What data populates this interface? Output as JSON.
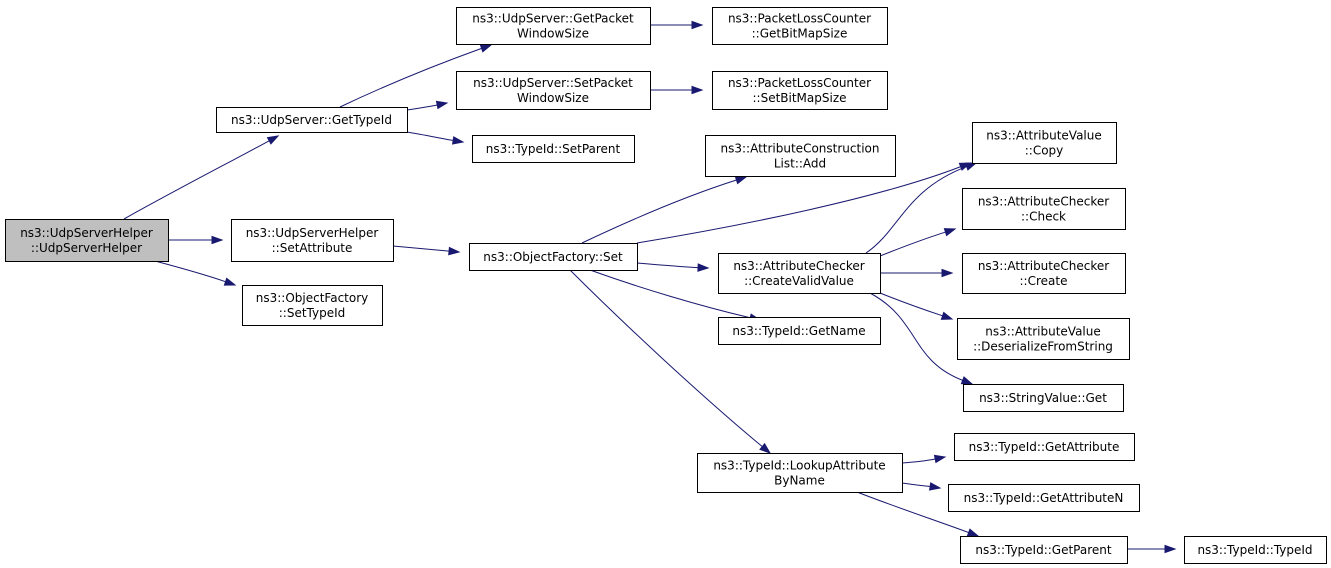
{
  "graph": {
    "root": "n_root",
    "nodes": [
      {
        "id": "n_root",
        "lines": [
          "ns3::UdpServerHelper",
          "::UdpServerHelper"
        ],
        "highlighted": true
      },
      {
        "id": "n_gettypeid",
        "lines": [
          "ns3::UdpServer::GetTypeId"
        ]
      },
      {
        "id": "n_setattr",
        "lines": [
          "ns3::UdpServerHelper",
          "::SetAttribute"
        ]
      },
      {
        "id": "n_ofsettypeid",
        "lines": [
          "ns3::ObjectFactory",
          "::SetTypeId"
        ]
      },
      {
        "id": "n_getpkt",
        "lines": [
          "ns3::UdpServer::GetPacket",
          "WindowSize"
        ]
      },
      {
        "id": "n_setpkt",
        "lines": [
          "ns3::UdpServer::SetPacket",
          "WindowSize"
        ]
      },
      {
        "id": "n_setparent",
        "lines": [
          "ns3::TypeId::SetParent"
        ]
      },
      {
        "id": "n_getbitmap",
        "lines": [
          "ns3::PacketLossCounter",
          "::GetBitMapSize"
        ]
      },
      {
        "id": "n_setbitmap",
        "lines": [
          "ns3::PacketLossCounter",
          "::SetBitMapSize"
        ]
      },
      {
        "id": "n_ofset",
        "lines": [
          "ns3::ObjectFactory::Set"
        ]
      },
      {
        "id": "n_acladd",
        "lines": [
          "ns3::AttributeConstruction",
          "List::Add"
        ]
      },
      {
        "id": "n_createvalid",
        "lines": [
          "ns3::AttributeChecker",
          "::CreateValidValue"
        ]
      },
      {
        "id": "n_getname",
        "lines": [
          "ns3::TypeId::GetName"
        ]
      },
      {
        "id": "n_lookup",
        "lines": [
          "ns3::TypeId::LookupAttribute",
          "ByName"
        ]
      },
      {
        "id": "n_avcopy",
        "lines": [
          "ns3::AttributeValue",
          "::Copy"
        ]
      },
      {
        "id": "n_accheck",
        "lines": [
          "ns3::AttributeChecker",
          "::Check"
        ]
      },
      {
        "id": "n_accreate",
        "lines": [
          "ns3::AttributeChecker",
          "::Create"
        ]
      },
      {
        "id": "n_avdeser",
        "lines": [
          "ns3::AttributeValue",
          "::DeserializeFromString"
        ]
      },
      {
        "id": "n_strget",
        "lines": [
          "ns3::StringValue::Get"
        ]
      },
      {
        "id": "n_getattribute",
        "lines": [
          "ns3::TypeId::GetAttribute"
        ]
      },
      {
        "id": "n_getattributen",
        "lines": [
          "ns3::TypeId::GetAttributeN"
        ]
      },
      {
        "id": "n_getparent",
        "lines": [
          "ns3::TypeId::GetParent"
        ]
      },
      {
        "id": "n_typeidctor",
        "lines": [
          "ns3::TypeId::TypeId"
        ]
      }
    ],
    "edges": [
      {
        "from": "n_root",
        "to": "n_gettypeid"
      },
      {
        "from": "n_root",
        "to": "n_setattr"
      },
      {
        "from": "n_root",
        "to": "n_ofsettypeid"
      },
      {
        "from": "n_gettypeid",
        "to": "n_getpkt"
      },
      {
        "from": "n_gettypeid",
        "to": "n_setpkt"
      },
      {
        "from": "n_gettypeid",
        "to": "n_setparent"
      },
      {
        "from": "n_getpkt",
        "to": "n_getbitmap"
      },
      {
        "from": "n_setpkt",
        "to": "n_setbitmap"
      },
      {
        "from": "n_setattr",
        "to": "n_ofset"
      },
      {
        "from": "n_ofset",
        "to": "n_acladd"
      },
      {
        "from": "n_ofset",
        "to": "n_avcopy"
      },
      {
        "from": "n_ofset",
        "to": "n_createvalid"
      },
      {
        "from": "n_ofset",
        "to": "n_getname"
      },
      {
        "from": "n_ofset",
        "to": "n_lookup"
      },
      {
        "from": "n_createvalid",
        "to": "n_avcopy"
      },
      {
        "from": "n_createvalid",
        "to": "n_accheck"
      },
      {
        "from": "n_createvalid",
        "to": "n_accreate"
      },
      {
        "from": "n_createvalid",
        "to": "n_avdeser"
      },
      {
        "from": "n_createvalid",
        "to": "n_strget"
      },
      {
        "from": "n_lookup",
        "to": "n_getattribute"
      },
      {
        "from": "n_lookup",
        "to": "n_getattributen"
      },
      {
        "from": "n_lookup",
        "to": "n_getparent"
      },
      {
        "from": "n_getparent",
        "to": "n_typeidctor"
      }
    ]
  }
}
